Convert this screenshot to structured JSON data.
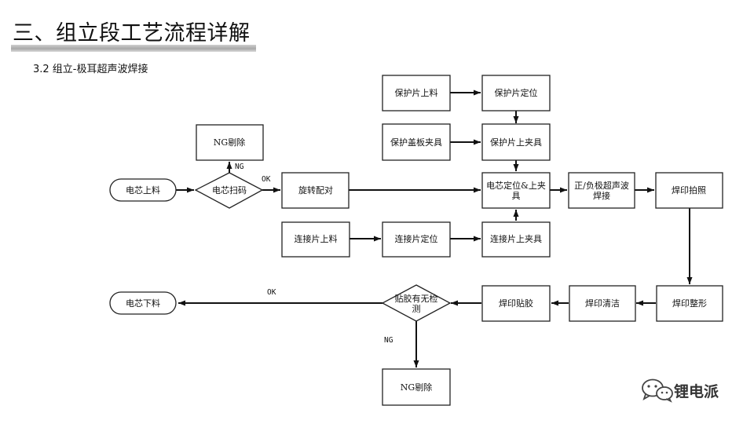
{
  "header": {
    "title": "三、组立段工艺流程详解",
    "subtitle": "3.2 组立-极耳超声波焊接"
  },
  "nodes": {
    "n1": "保护片上料",
    "n2": "保护片定位",
    "n3": "保护盖板夹具",
    "n4": "保护片上夹具",
    "n5": "NG剔除",
    "n6": "电芯上料",
    "n7": "电芯扫码",
    "n8": "旋转配对",
    "n9": "电芯定位&上夹具",
    "n10": "正/负极超声波焊接",
    "n11": "焊印拍照",
    "n12": "连接片上料",
    "n13": "连接片定位",
    "n14": "连接片上夹具",
    "n15": "电芯下料",
    "n16": "贴胶有无检测",
    "n17": "焊印贴胶",
    "n18": "焊印清洁",
    "n19": "焊印整形",
    "n20": "NG剔除"
  },
  "edge_labels": {
    "ng1": "NG",
    "ok1": "OK",
    "ok2": "OK",
    "ng2": "NG"
  },
  "watermark": {
    "text": "锂电派",
    "icon": "wechat-icon"
  }
}
